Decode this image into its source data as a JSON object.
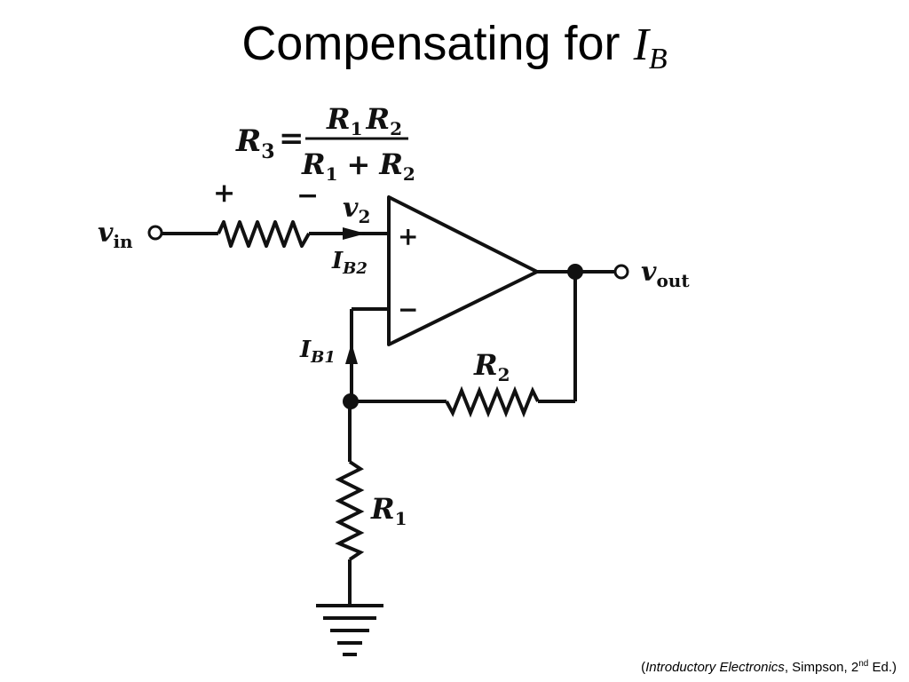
{
  "title": {
    "main": "Compensating for",
    "symbol": "I",
    "subscript": "B"
  },
  "equation": {
    "lhs": "R",
    "lhs_sub": "3",
    "equals": "=",
    "numerator_r1": "R",
    "numerator_r1_sub": "1",
    "numerator_r2": "R",
    "numerator_r2_sub": "2",
    "denominator_r1": "R",
    "denominator_r1_sub": "1",
    "plus": "+",
    "denominator_r2": "R",
    "denominator_r2_sub": "2"
  },
  "labels": {
    "vin": "v",
    "vin_sub": "in",
    "vout": "v",
    "vout_sub": "out",
    "v2": "v",
    "v2_sub": "2",
    "ib2": "I",
    "ib2_sub": "B2",
    "ib1": "I",
    "ib1_sub": "B1",
    "r2": "R",
    "r2_sub": "2",
    "r1": "R",
    "r1_sub": "1",
    "plus_sign": "+",
    "minus_sign": "−",
    "opamp_plus": "+",
    "opamp_minus": "−"
  },
  "citation": {
    "open": "(",
    "book": "Introductory Electronics",
    "author": ", Simpson, 2",
    "sup": "nd",
    "edition": " Ed.)"
  }
}
